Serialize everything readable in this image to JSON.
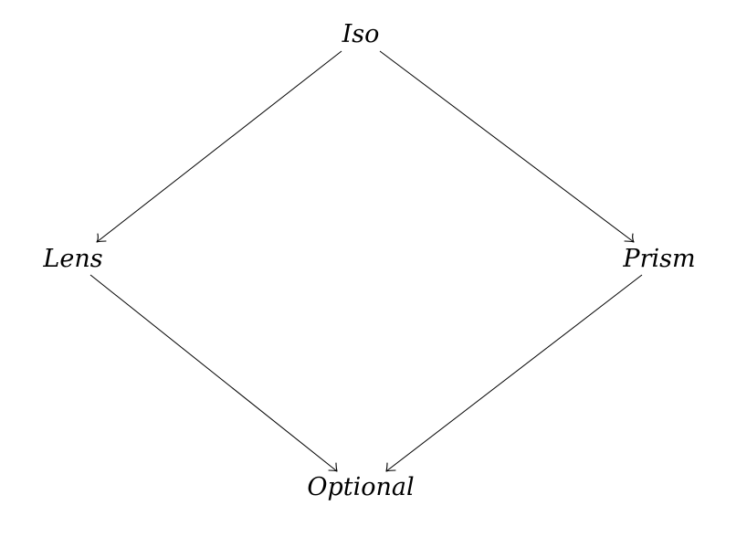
{
  "diagram": {
    "nodes": {
      "iso": "Iso",
      "lens": "Lens",
      "prism": "Prism",
      "optional": "Optional"
    },
    "edges": [
      {
        "from": "Iso",
        "to": "Lens"
      },
      {
        "from": "Iso",
        "to": "Prism"
      },
      {
        "from": "Lens",
        "to": "Optional"
      },
      {
        "from": "Prism",
        "to": "Optional"
      }
    ]
  }
}
